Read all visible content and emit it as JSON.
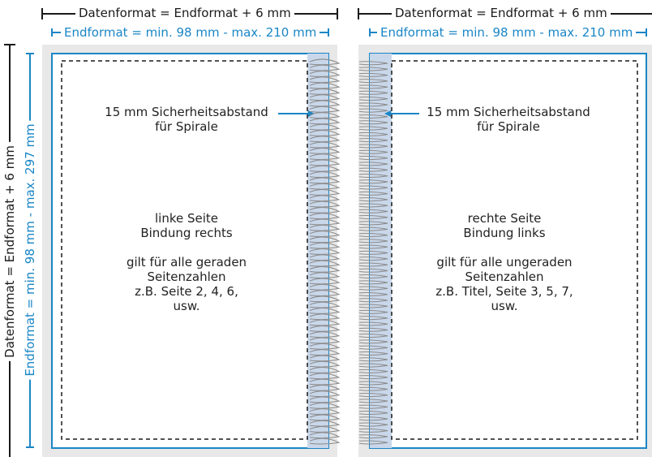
{
  "dimensions": {
    "data_format_label": "Datenformat = Endformat + 6 mm",
    "width_range_label": "Endformat = min. 98 mm - max. 210 mm",
    "height_data_format_label": "Datenformat = Endformat + 6 mm",
    "height_range_label": "Endformat = min. 98 mm - max. 297 mm"
  },
  "colors": {
    "accent": "#1a86c6",
    "bleed": "#e8e8e8",
    "spiral_strip": "#c9d7ea",
    "text": "#222222"
  },
  "left_page": {
    "safety_line1": "15 mm Sicherheitsabstand",
    "safety_line2": "für Spirale",
    "lines": [
      "linke Seite",
      "Bindung rechts",
      "",
      "gilt für alle geraden",
      "Seitenzahlen",
      "z.B. Seite 2, 4, 6,",
      "usw."
    ]
  },
  "right_page": {
    "safety_line1": "15 mm Sicherheitsabstand",
    "safety_line2": "für Spirale",
    "lines": [
      "rechte Seite",
      "Bindung links",
      "",
      "gilt für alle ungeraden",
      "Seitenzahlen",
      "z.B. Titel, Seite 3, 5, 7,",
      "usw."
    ]
  }
}
